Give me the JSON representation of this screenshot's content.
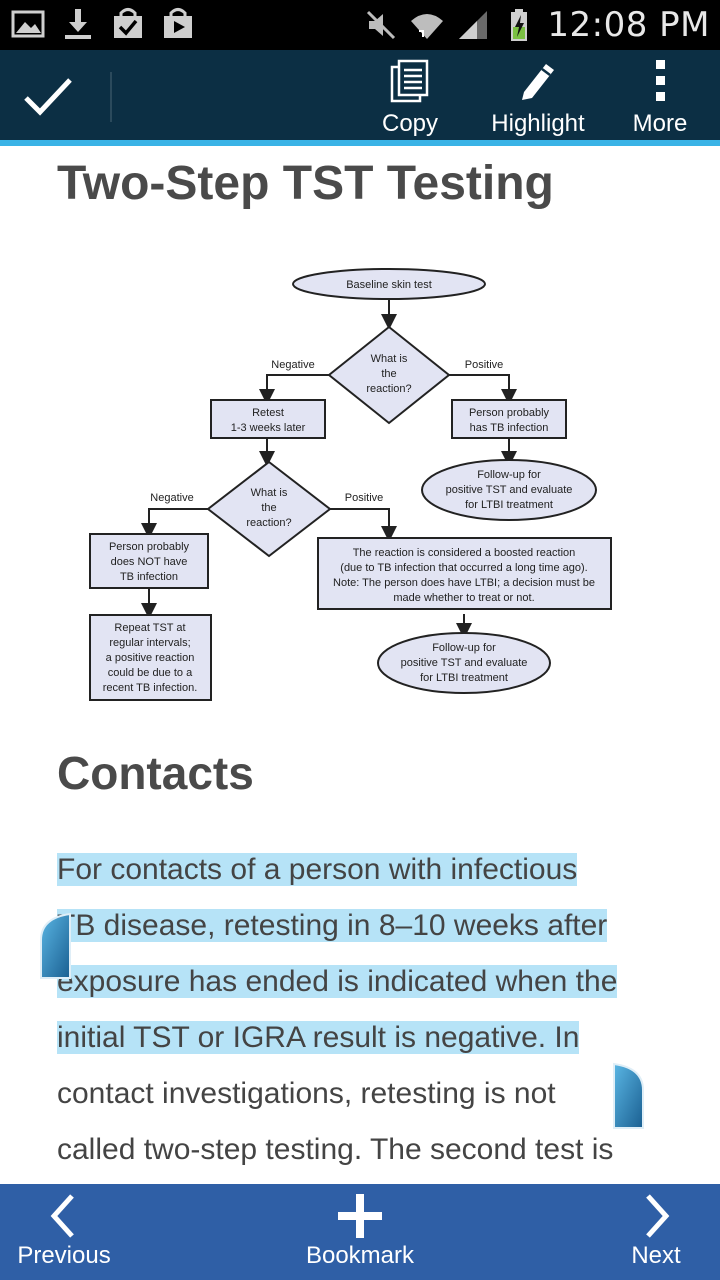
{
  "status_bar": {
    "time": "12:08 PM"
  },
  "action_bar": {
    "copy_label": "Copy",
    "highlight_label": "Highlight",
    "more_label": "More",
    "accent_color": "#3ab3e6",
    "bg_color": "#0c2f44"
  },
  "content": {
    "title": "Two-Step TST Testing",
    "flowchart": {
      "baseline": "Baseline skin test",
      "q1": [
        "What is",
        "the",
        "reaction?"
      ],
      "neg1": "Negative",
      "pos1": "Positive",
      "retest": [
        "Retest",
        "1-3 weeks later"
      ],
      "probably_tb": [
        "Person probably",
        "has TB infection"
      ],
      "followup1": [
        "Follow-up for",
        "positive TST and evaluate",
        "for LTBI treatment"
      ],
      "q2": [
        "What is",
        "the",
        "reaction?"
      ],
      "neg2": "Negative",
      "pos2": "Positive",
      "not_tb": [
        "Person probably",
        "does NOT have",
        "TB infection"
      ],
      "boosted": [
        "The reaction is considered a boosted reaction",
        "(due to TB infection that occurred a long time ago).",
        "Note: The person does have LTBI; a decision must be",
        "made whether to treat or not."
      ],
      "repeat": [
        "Repeat TST at",
        "regular intervals;",
        "a positive reaction",
        "could be due to a",
        "recent TB infection."
      ],
      "followup2": [
        "Follow-up for",
        "positive TST and evaluate",
        "for LTBI treatment"
      ]
    },
    "section_heading": "Contacts",
    "paragraph_lines": [
      "For contacts of a person with infectious",
      "TB disease, retesting in 8–10 weeks after",
      "exposure has ended is indicated when the",
      "initial TST or IGRA result is negative. In",
      "contact investigations, retesting is not",
      "called two-step testing. The second test is"
    ],
    "selection_color": "#b6e3f7"
  },
  "bottom_bar": {
    "previous_label": "Previous",
    "bookmark_label": "Bookmark",
    "next_label": "Next",
    "bg_color": "#2f5fa6"
  }
}
